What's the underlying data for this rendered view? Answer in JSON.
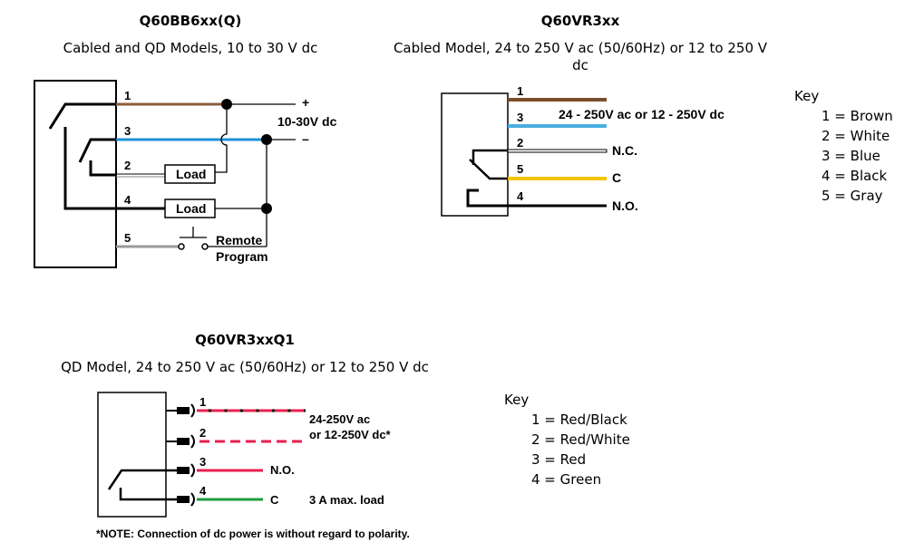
{
  "diagram1": {
    "title": "Q60BB6xx(Q)",
    "subtitle": "Cabled and QD Models, 10 to 30 V dc",
    "wire_numbers": [
      "1",
      "3",
      "2",
      "4",
      "5"
    ],
    "load1": "Load",
    "load2": "Load",
    "plus": "+",
    "minus": "–",
    "supply": "10-30V dc",
    "remote_line1": "Remote",
    "remote_line2": "Program",
    "colors": {
      "brown": "#8B5E3C",
      "blue": "#1E90D6",
      "gray": "#9A9A9A",
      "white": "#FFFFFF",
      "black": "#000000"
    }
  },
  "diagram2": {
    "title": "Q60VR3xx",
    "subtitle_line1": "Cabled Model, 24 to 250 V ac (50/60Hz) or 12 to 250 V",
    "subtitle_line2": "dc",
    "wire_numbers": [
      "1",
      "3",
      "2",
      "5",
      "4"
    ],
    "supply": "24 - 250V ac or 12 - 250V dc",
    "nc": "N.C.",
    "c": "C",
    "no": "N.O.",
    "colors": {
      "brown": "#7A4E2A",
      "blue": "#4AAEE0",
      "yellow": "#F5C400"
    }
  },
  "key1": {
    "heading": "Key",
    "items": [
      "1 = Brown",
      "2 = White",
      "3 = Blue",
      "4 = Black",
      "5 = Gray"
    ]
  },
  "diagram3": {
    "title": "Q60VR3xxQ1",
    "subtitle": "QD Model, 24 to 250 V ac (50/60Hz) or 12 to 250 V dc",
    "wire_numbers": [
      "1",
      "2",
      "3",
      "4"
    ],
    "supply_line1": "24-250V ac",
    "supply_line2": "or 12-250V dc*",
    "no": "N.O.",
    "c": "C",
    "max_load": "3 A max. load",
    "note": "*NOTE: Connection of dc power is without regard to polarity.",
    "colors": {
      "red": "#E8204F",
      "green": "#1E9A3C"
    }
  },
  "key2": {
    "heading": "Key",
    "items": [
      "1 = Red/Black",
      "2 = Red/White",
      "3 = Red",
      "4 = Green"
    ]
  }
}
